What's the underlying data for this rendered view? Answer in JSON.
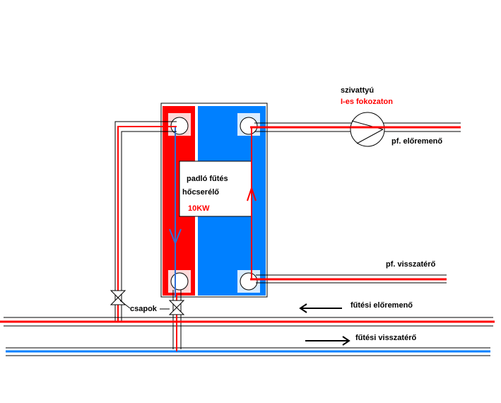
{
  "labels": {
    "pump": "szivattyú",
    "pump_stage": "I-es fokozaton",
    "floor_supply": "pf. előremenő",
    "floor_return": "pf. visszatérő",
    "exchanger_line1": "padló fűtés",
    "exchanger_line2": "hőcserélő",
    "exchanger_power": "10KW",
    "valves": "csapok",
    "heating_supply": "fűtési előremenő",
    "heating_return": "fűtési visszatérő"
  },
  "colors": {
    "hot": "#ff0000",
    "cold": "#0080ff",
    "panel_hot": "#ff0000",
    "panel_cold": "#0080ff",
    "arrow_down": "#2f6fd8",
    "outline": "#000000"
  },
  "icons": {
    "pump": "pump-icon",
    "valve": "valve-icon"
  }
}
